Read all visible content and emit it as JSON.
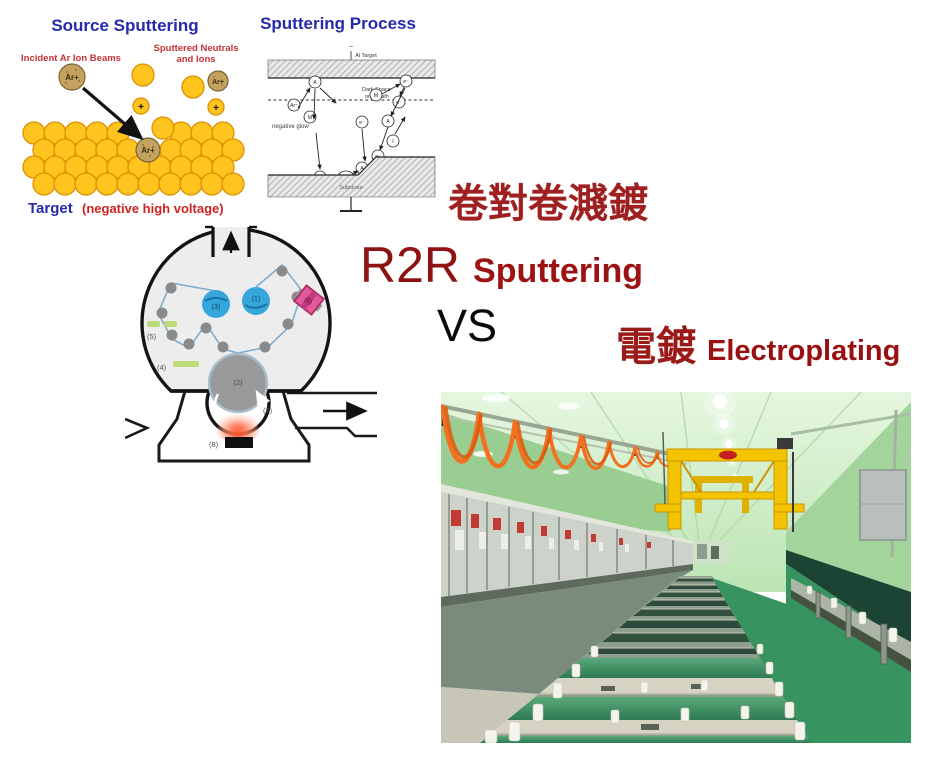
{
  "source_diagram": {
    "title": "Source Sputtering",
    "incident_label": "Incident Ar Ion Beams",
    "sputtered_label_1": "Sputtered Neutrals",
    "sputtered_label_2": "and Ions",
    "ion_label": "Ar+",
    "plus_label": "+",
    "target_word": "Target",
    "target_note": "(negative high voltage)"
  },
  "process_diagram": {
    "title": "Sputtering Process",
    "minus": "−",
    "target_label": "Al Target",
    "sheath_1": "Dark Space",
    "sheath_2": "or Sheath",
    "glow_label": "negative glow",
    "substrate_label": "Substrate",
    "particles": [
      "A",
      "e⁻",
      "M",
      "Ar⁺",
      "M",
      "e⁻",
      "A",
      "e⁻",
      "I",
      "e⁻",
      "M",
      "(M)",
      "A"
    ]
  },
  "r2r_diagram": {
    "label_roll_right": "(1)",
    "label_drum": "(2)",
    "label_roll_left": "(3)",
    "label_bar4": "(4)",
    "label_bar5": "(5)",
    "label_unit6": "(6)",
    "label_web7": "(7)",
    "label_source8": "(8)"
  },
  "headline": {
    "zh_sputtering": "卷對卷濺鍍",
    "r2r": "R2R",
    "sputtering": "Sputtering",
    "vs": "VS",
    "zh_electroplating": "電鍍",
    "electroplating": "Electroplating"
  },
  "colors": {
    "title_blue": "#2629AE",
    "label_red": "#C43338",
    "dark_red": "#9A1515",
    "atom_yellow": "#FFC41E",
    "ion_tan": "#C4A360",
    "roll_blue": "#35A7DC",
    "unit_pink": "#E2599C",
    "bar_green": "#BCDB78",
    "glow_red": "#FF5A32",
    "wall_green": "#A8D8A2",
    "floor_green": "#2F8B5B",
    "tank_beige": "#D6D3C3",
    "water_green": "#3F8F63",
    "festoon_orange": "#F2701E",
    "gantry_yellow": "#F5C400"
  }
}
